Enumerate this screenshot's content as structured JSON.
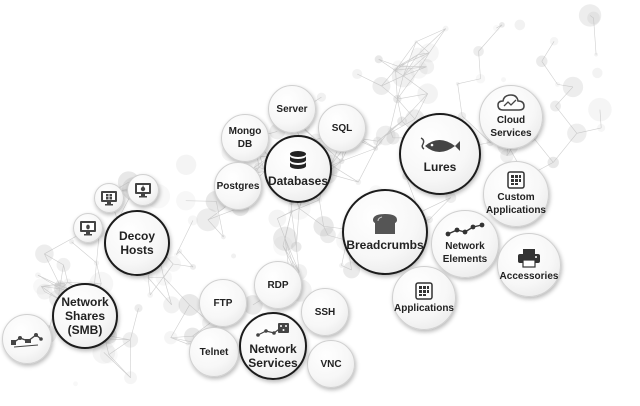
{
  "nodes": {
    "decoy_hosts": "Decoy\nHosts",
    "network_shares": "Network\nShares\n(SMB)",
    "databases": "Databases",
    "mongodb": "Mongo\nDB",
    "server": "Server",
    "sql": "SQL",
    "postgres": "Postgres",
    "network_services": "Network\nServices",
    "rdp": "RDP",
    "ftp": "FTP",
    "ssh": "SSH",
    "telnet": "Telnet",
    "vnc": "VNC",
    "lures": "Lures",
    "breadcrumbs": "Breadcrumbs",
    "cloud_services": "Cloud\nServices",
    "custom_applications": "Custom\nApplications",
    "network_elements": "Network\nElements",
    "accessories": "Accessories",
    "applications": "Applications"
  },
  "icons": {
    "databases": "database-icon",
    "lures": "fish-icon",
    "breadcrumbs": "bread-icon",
    "network_services": "network-nodes-icon",
    "cloud_services": "cloud-icon",
    "custom_applications": "app-grid-icon",
    "network_elements": "connected-dots-icon",
    "accessories": "printer-icon",
    "applications": "app-grid-icon",
    "monitor_windows": "windows-monitor-icon",
    "monitor_apple": "apple-monitor-icon",
    "monitor_linux": "linux-monitor-icon",
    "network_devices": "network-devices-icon"
  },
  "colors": {
    "accent": "#1c1c1c",
    "background_network": "#d8d8d8"
  }
}
